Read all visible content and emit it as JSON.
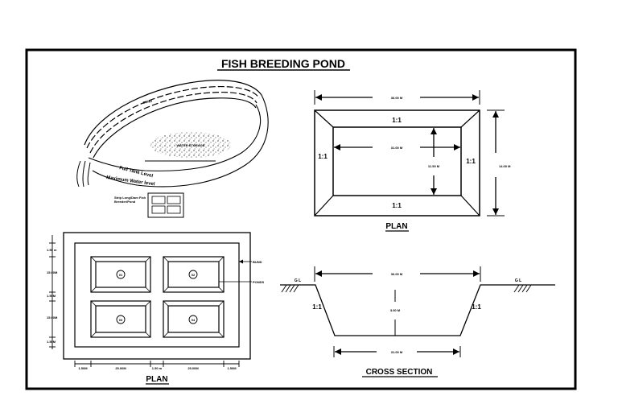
{
  "title": "FISH BREEDING POND",
  "landscape": {
    "bund": "BUND",
    "water_storage": "WATER STORAGE",
    "full_tank_level": "Full Tank Level",
    "maximum_water_level": "Maximum Water level",
    "inset_caption_line1": "Strip Long/Dam Fish",
    "inset_caption_line2": "Breeder/Pond"
  },
  "plan_top_right": {
    "caption": "PLAN",
    "outer_length": "36.00 M",
    "inner_length": "31.00 M",
    "inner_width": "11.50 M",
    "outer_width": "14.00 M",
    "slope_top": "1:1",
    "slope_bottom": "1:1",
    "slope_left": "1:1",
    "slope_right": "1:1"
  },
  "plan_bottom_left": {
    "caption": "PLAN",
    "bund_label": "BUND",
    "ponds_label": "PONDS",
    "ponds": [
      "01",
      "02",
      "03",
      "04"
    ],
    "vertical_dims": [
      "1.50 m",
      "15.00M",
      "1.50M",
      "15.00M",
      "1.50M"
    ],
    "horizontal_dims": [
      "1.50M",
      "25.00M",
      "1.50 m",
      "25.00M",
      "1.50M"
    ]
  },
  "cross_section": {
    "caption": "CROSS SECTION",
    "top_width": "36.00 M",
    "depth": "3.00 M",
    "bottom_width": "31.00 M",
    "slope_left": "1:1",
    "slope_right": "1:1",
    "gl_left": "G L",
    "gl_right": "G L"
  }
}
